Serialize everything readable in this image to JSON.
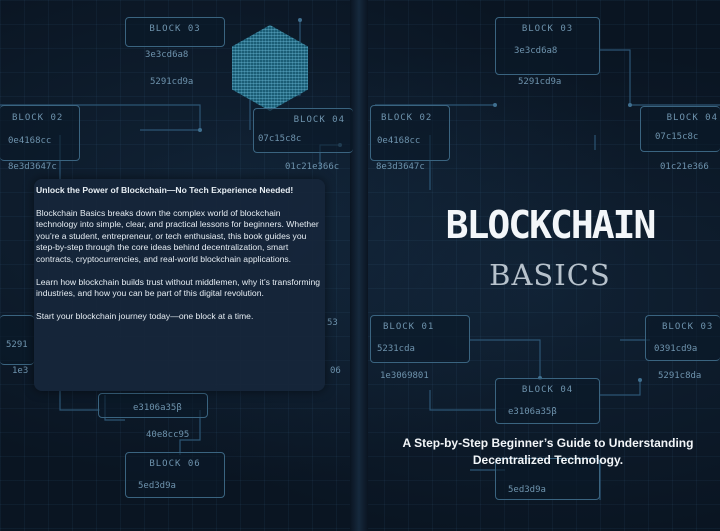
{
  "back_cover": {
    "headline": "Unlock the Power of Blockchain—No Tech Experience Needed!",
    "paragraph1": "Blockchain Basics breaks down the complex world of blockchain technology into simple, clear, and practical lessons for beginners. Whether you’re a student, entrepreneur, or tech enthusiast, this book guides you step-by-step through the core ideas behind decentralization, smart contracts, cryptocurrencies, and real-world blockchain applications.",
    "paragraph2": "Learn how blockchain builds trust without middlemen, why it’s transforming industries, and how you can be part of this digital revolution.",
    "paragraph3": "Start your blockchain journey today—one block at a time."
  },
  "front_cover": {
    "title": "BLOCKCHAIN",
    "subtitle": "BASICS",
    "tagline": "A Step-by-Step Beginner’s Guide to Understanding Decentralized Technology."
  },
  "blocks": {
    "back_block03_label": "BLOCK 03",
    "back_block03_hash": "3e3cd6a8",
    "back_block03_prev": "5291cd9a",
    "back_block02_label": "BLOCK 02",
    "back_block02_hash": "0e4168cc",
    "back_block02_prev": "8e3d3647c",
    "back_block04_label": "BLOCK 04",
    "back_block04_hash": "07c15c8c",
    "back_block04_prev": "01c21e366c",
    "back_block01_partial": "5291",
    "back_block01_partial2": "1e3",
    "back_right_partial": "53",
    "back_right_partial2": "06",
    "back_mid_hash": "e3106a35β",
    "back_mid_prev": "40e8cc95",
    "back_block06_label": "BLOCK 06",
    "back_block06_hash": "5ed3d9a",
    "front_block03_label": "BLOCK 03",
    "front_block03_hash": "3e3cd6a8",
    "front_block03_prev": "5291cd9a",
    "front_block02_label": "BLOCK 02",
    "front_block02_hash": "0e4168cc",
    "front_block02_prev": "8e3d3647c",
    "front_block04_label": "BLOCK 04",
    "front_block04_hash": "07c15c8c",
    "front_block04_prev": "01c21e366",
    "front_block01_label": "BLOCK 01",
    "front_block01_hash": "5231cda",
    "front_block01_prev": "1e3069801",
    "front_block03b_label": "BLOCK 03",
    "front_block03b_hash": "0391cd9a",
    "front_block03b_prev": "5291c8da",
    "front_block04b_label": "BLOCK 04",
    "front_block04b_hash": "e3106a35β",
    "front_block06_hash": "5ed3d9a"
  }
}
